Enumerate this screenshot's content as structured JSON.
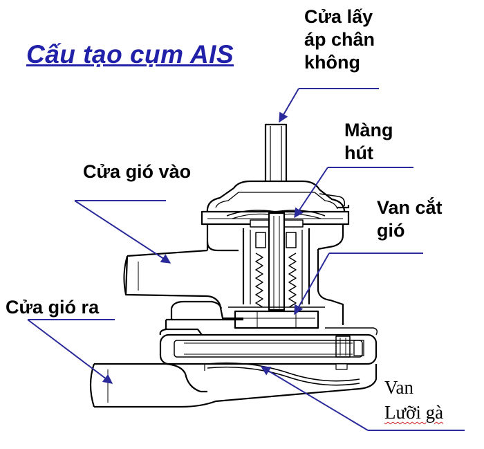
{
  "title": "Cấu tạo cụm AIS",
  "labels": {
    "vacuum_port": [
      "Cửa lấy",
      "áp chân",
      "không"
    ],
    "diaphragm": [
      "Màng",
      "hút"
    ],
    "air_inlet": "Cửa gió vào",
    "cutoff_valve": [
      "Van cắt",
      "gió"
    ],
    "air_outlet": "Cửa gió ra",
    "reed_valve": [
      "Van",
      "Lưỡi gà"
    ]
  },
  "colors": {
    "title": "#2020a8",
    "leader_line": "#2a2a9a",
    "drawing": "#000000"
  }
}
